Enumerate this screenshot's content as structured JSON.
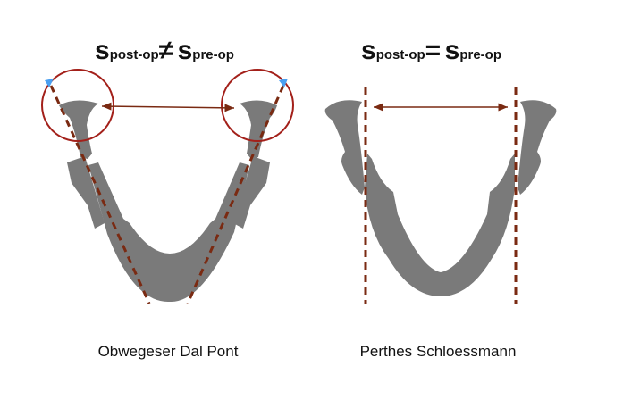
{
  "left_panel": {
    "equation": {
      "lhs_symbol": "s",
      "lhs_sub": "post-op",
      "operator": "≠",
      "rhs_symbol": "s",
      "rhs_sub": "pre-op"
    },
    "caption": "Obwegeser Dal Pont"
  },
  "right_panel": {
    "equation": {
      "lhs_symbol": "s",
      "lhs_sub": "post-op",
      "operator": "=",
      "rhs_symbol": "s",
      "rhs_sub": "pre-op"
    },
    "caption": "Perthes Schloessmann"
  },
  "colors": {
    "bone": "#7a7a7a",
    "line": "#7a2a12",
    "circle": "#a3201a",
    "arrowhead": "#4a9ff0"
  }
}
